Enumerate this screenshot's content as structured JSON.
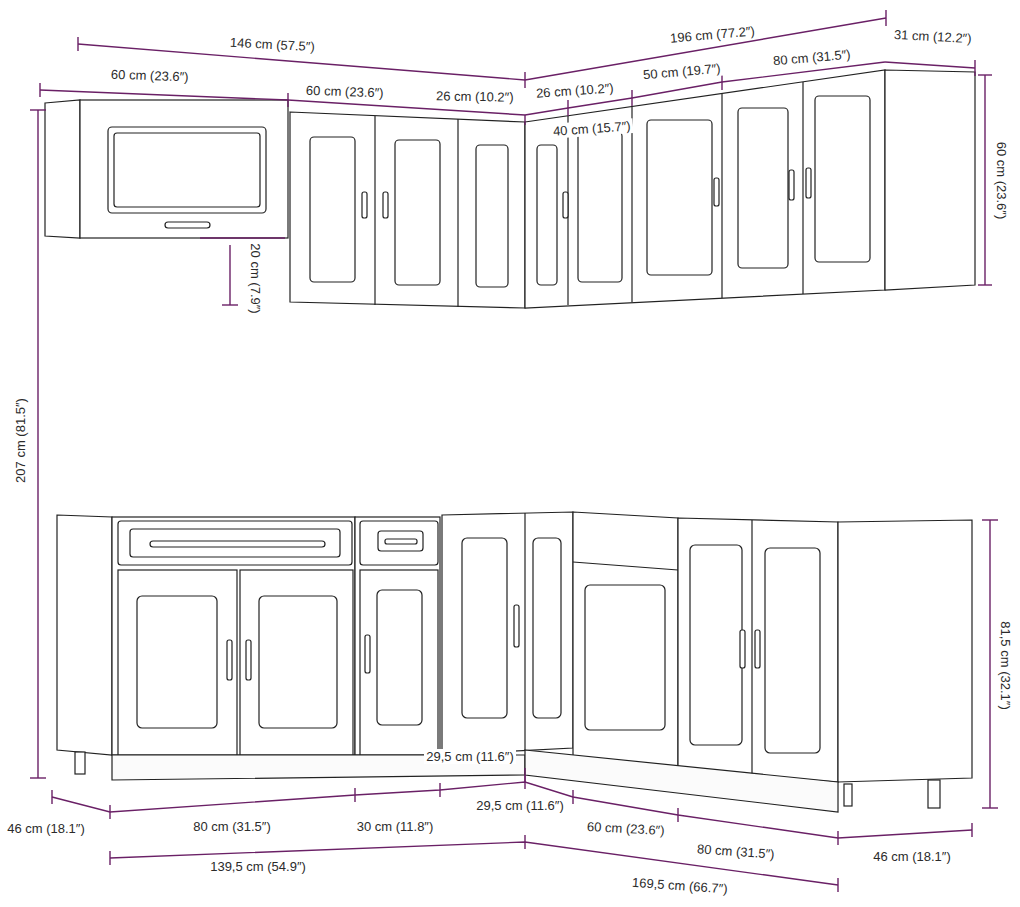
{
  "diagram": {
    "labels": [
      "146 cm (57.5″)",
      "196 cm (77.2″)",
      "60 cm (23.6″)",
      "60 cm (23.6″)",
      "26 cm (10.2″)",
      "26 cm (10.2″)",
      "50 cm (19.7″)",
      "80 cm (31.5″)",
      "31 cm (12.2″)",
      "40 cm (15.7″)",
      "60 cm (23.6″)",
      "20 cm (7.9″)",
      "207 cm (81.5″)",
      "81,5 cm (32.1″)",
      "29,5 cm (11.6″)",
      "46 cm (18.1″)",
      "80 cm (31.5″)",
      "30 cm (11.8″)",
      "29,5 cm (11.6″)",
      "60 cm (23.6″)",
      "80 cm (31.5″)",
      "46 cm (18.1″)",
      "139,5 cm (54.9″)",
      "169,5 cm (66.7″)"
    ]
  }
}
